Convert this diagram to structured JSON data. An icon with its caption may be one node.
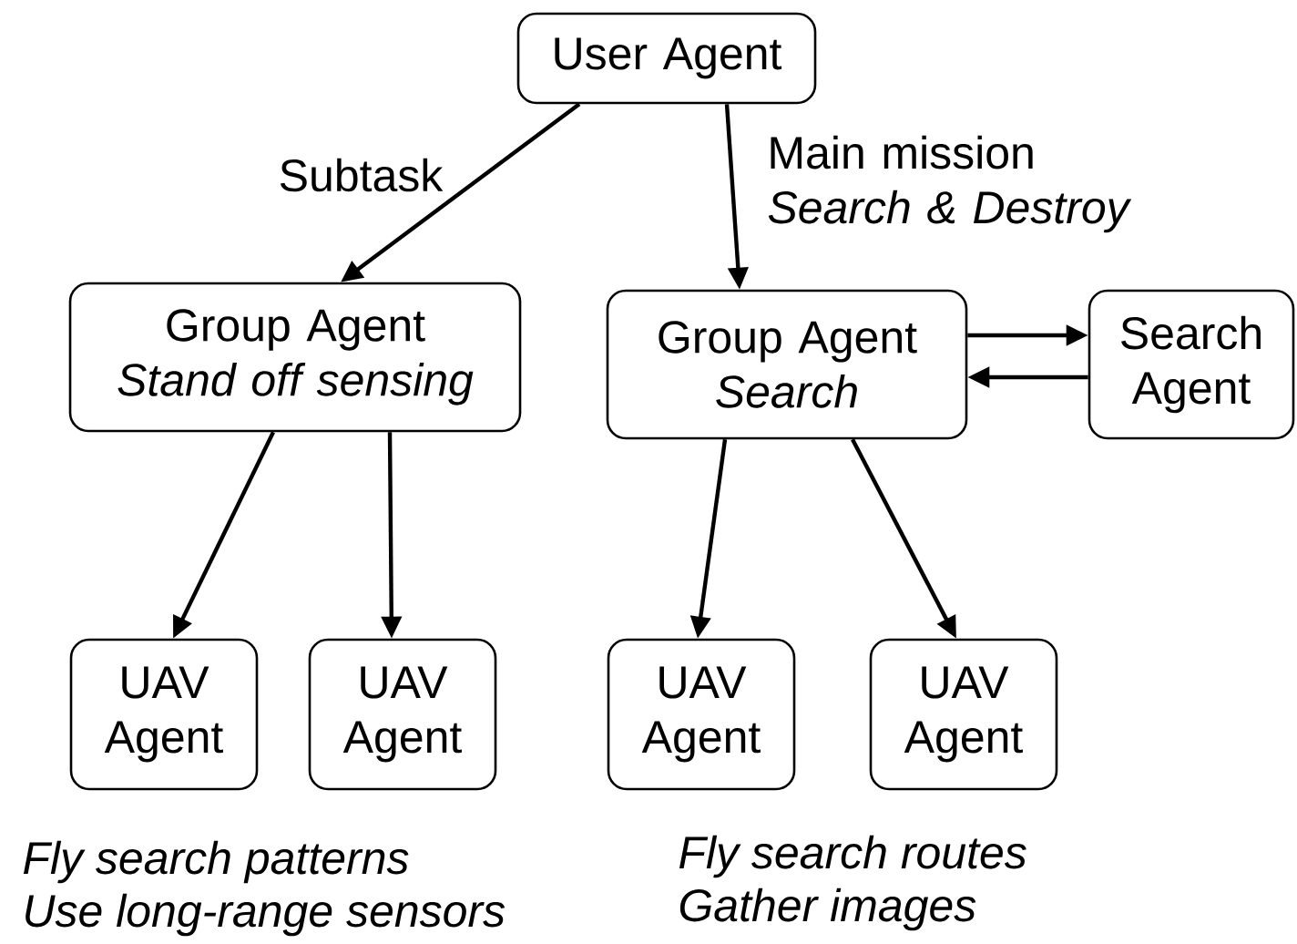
{
  "diagram": {
    "nodes": [
      {
        "text": [
          "User Agent"
        ]
      },
      {
        "text": [
          "Group Agent",
          "Stand off sensing"
        ]
      },
      {
        "text": [
          "Group Agent",
          "Search"
        ]
      },
      {
        "text": [
          "Search Agent"
        ]
      },
      {
        "text": [
          "UAV Agent"
        ]
      },
      {
        "text": [
          "UAV Agent"
        ]
      },
      {
        "text": [
          "UAV Agent"
        ]
      },
      {
        "text": [
          "UAV Agent"
        ]
      }
    ],
    "edges": [
      {
        "from": 0,
        "to": 1,
        "arrow": "to",
        "label": "Subtask"
      },
      {
        "from": 0,
        "to": 2,
        "arrow": "to",
        "label": "Main mission *Search & Destroy*"
      },
      {
        "from": 2,
        "to": 3,
        "arrow": "to"
      },
      {
        "from": 3,
        "to": 2,
        "arrow": "to"
      },
      {
        "from": 1,
        "to": 4,
        "arrow": "to"
      },
      {
        "from": 1,
        "to": 5,
        "arrow": "to"
      },
      {
        "from": 2,
        "to": 6,
        "arrow": "to"
      },
      {
        "from": 2,
        "to": 7,
        "arrow": "to"
      }
    ],
    "labels": [
      "Fly search patterns",
      "Use long-range sensors",
      "Fly search routes",
      "Gather images"
    ]
  }
}
